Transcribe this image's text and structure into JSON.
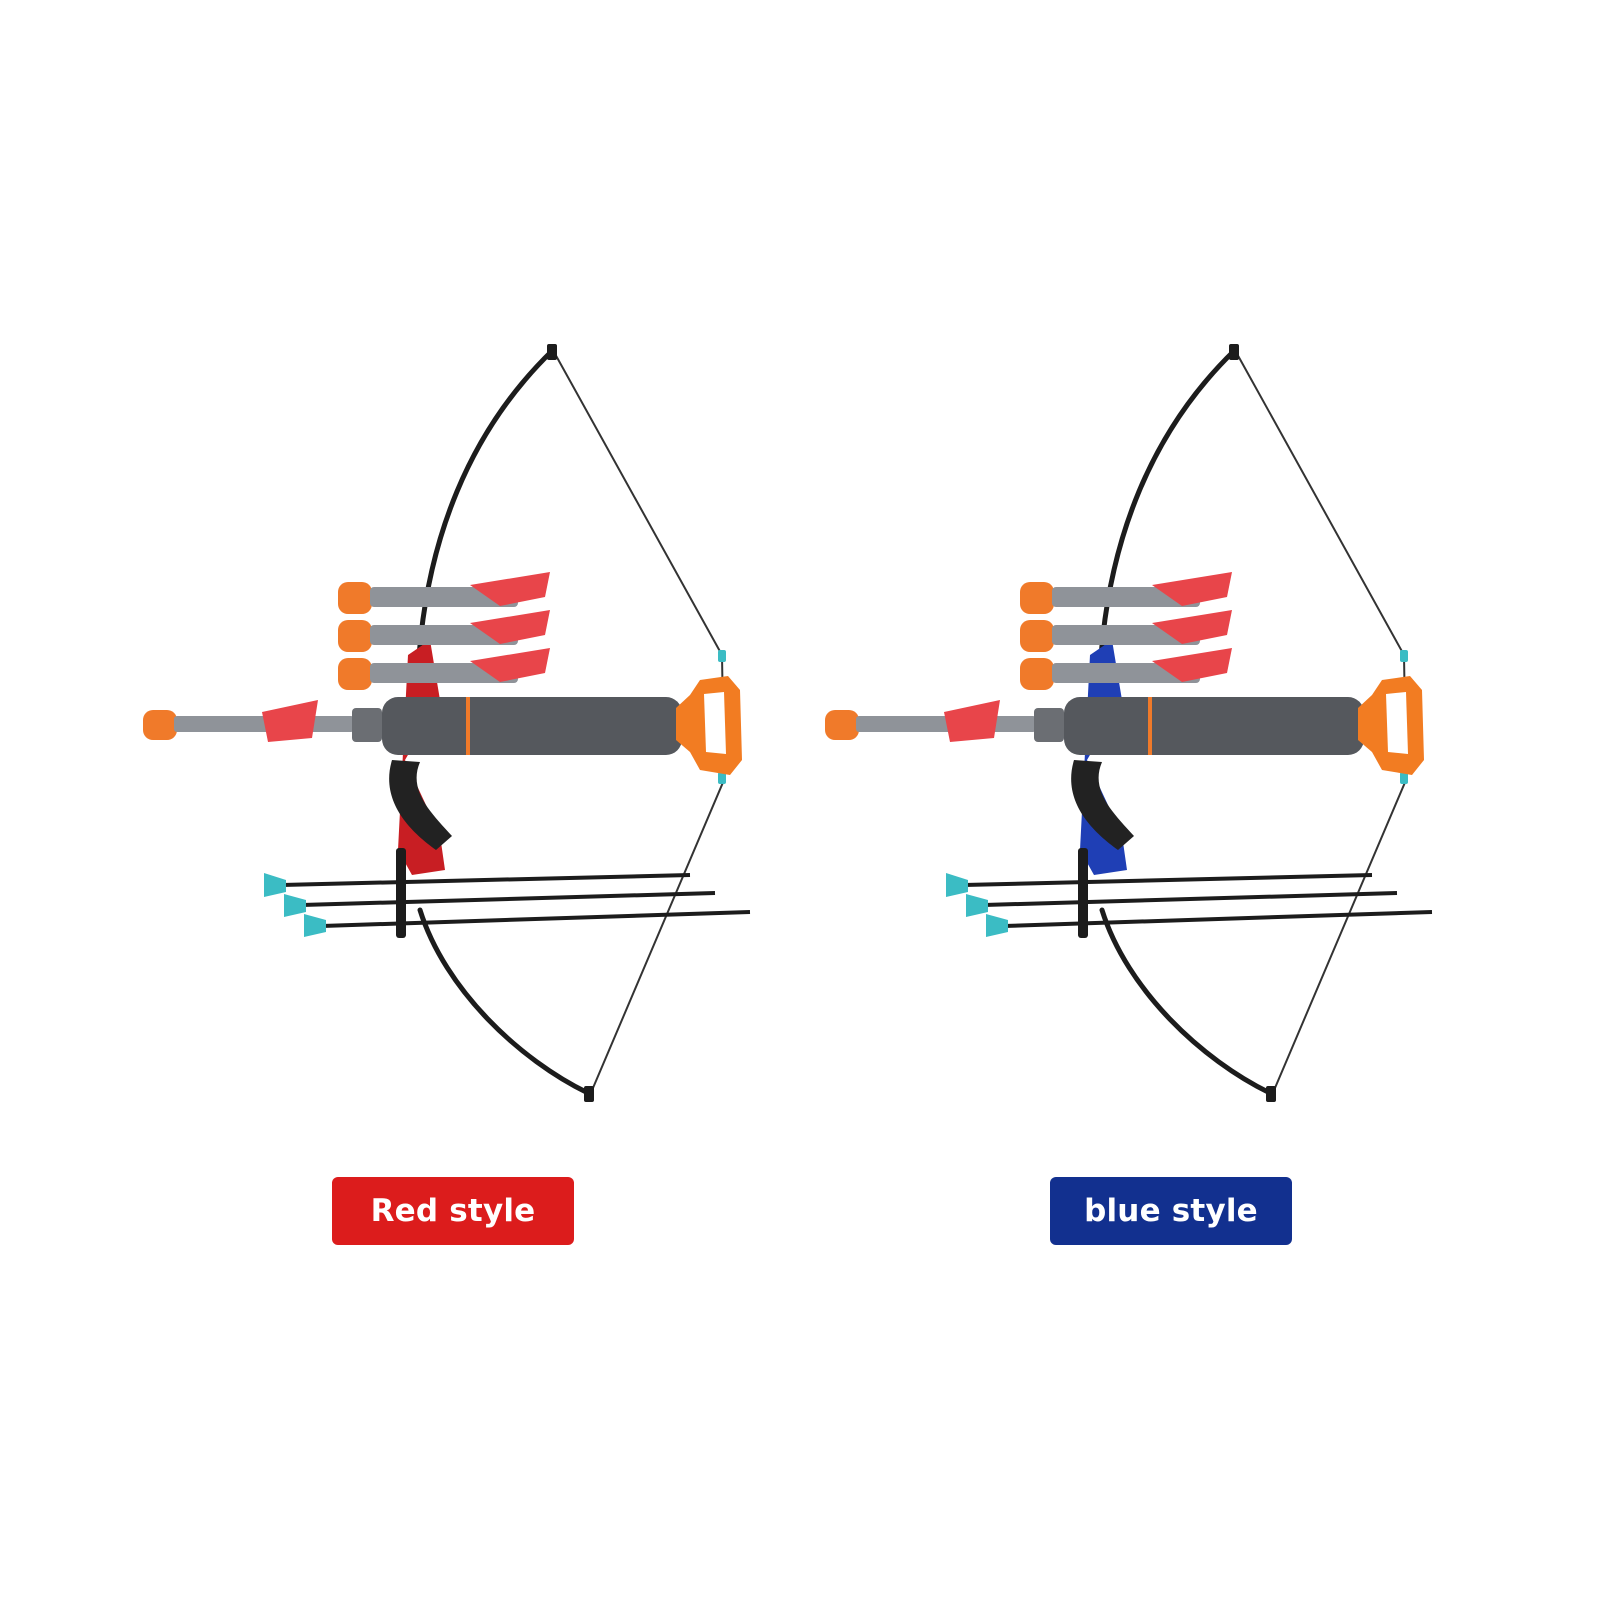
{
  "products": [
    {
      "id": "red",
      "label": "Red style",
      "label_color": "#dc1c1c",
      "accent_color": "#c81e23"
    },
    {
      "id": "blue",
      "label": "blue style",
      "label_color": "#12308f",
      "accent_color": "#1f3fb5"
    }
  ],
  "colors": {
    "limb": "#1c1c1c",
    "string": "#333333",
    "foam_tip": "#f07a2a",
    "shaft_gray": "#8f9399",
    "barrel_gray": "#55585d",
    "handle_orange": "#f27c22",
    "suction_cup": "#3bbcc4",
    "fletch_red": "#e8454a"
  }
}
